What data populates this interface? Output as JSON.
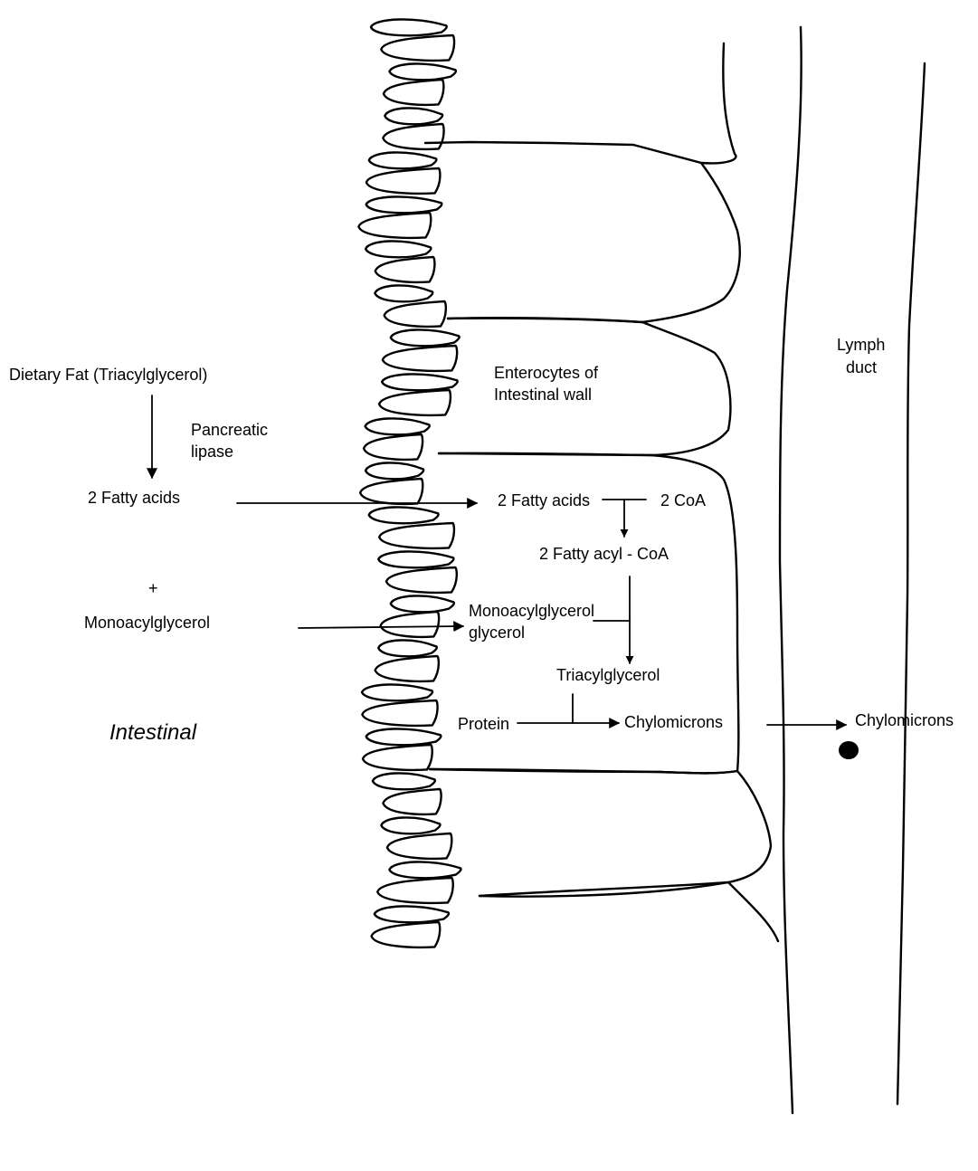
{
  "labels": {
    "dietary_fat": "Dietary Fat (Triacylglycerol)",
    "pancreatic_lipase_line1": "Pancreatic",
    "pancreatic_lipase_line2": "lipase",
    "fatty_acids_lumen": "2 Fatty acids",
    "plus": "+",
    "monoacylglycerol_lumen": "Monoacylglycerol",
    "intestinal": "Intestinal",
    "enterocytes_line1": "Enterocytes of",
    "enterocytes_line2": "Intestinal wall",
    "fatty_acids_cell": "2 Fatty acids",
    "coa": "2 CoA",
    "fatty_acyl_coa": "2 Fatty acyl - CoA",
    "monoacylglycerol_cell": "Monoacylglycerol",
    "glycerol": "glycerol",
    "triacylglycerol": "Triacylglycerol",
    "protein": "Protein",
    "chylomicrons_cell": "Chylomicrons",
    "lymph_line1": "Lymph",
    "lymph_line2": "duct",
    "chylomicrons_lymph": "Chylomicrons"
  }
}
